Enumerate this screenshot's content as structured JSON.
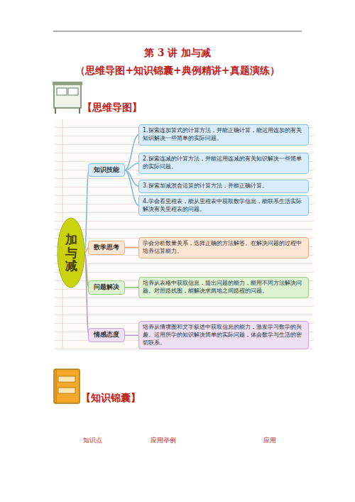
{
  "diagram": {
    "title": "第 3 讲 加与减",
    "nodes": [
      {
        "text": [
          "加与减"
        ]
      },
      {
        "text": [
          "知识技能"
        ]
      },
      {
        "text": [
          "1.探索连加算式的计算方法，并能正确计算，能运用连加的有关知识解决一些简单的实际问题。"
        ]
      },
      {
        "text": [
          "2.探索连减的计算方法，并能运用连减的有关知识解决一些简单的实际问题。"
        ]
      },
      {
        "text": [
          "3.探索加减混合运算的计算方法，并能正确计算。"
        ]
      },
      {
        "text": [
          "4.学会看里程表，能从里程表中获取数学信息，能联系生活实际解决有关里程表的问题。"
        ]
      },
      {
        "text": [
          "数学思考"
        ]
      },
      {
        "text": [
          "学会分析数量关系，选择正确的方法解答。在解决问题的过程中培养估算能力。"
        ]
      },
      {
        "text": [
          "问题解决"
        ]
      },
      {
        "text": [
          "培养从表格中获取信息，提出问题的能力，能用不同方法解决问题。对照路线图，能解决求两地之间路程的问题。"
        ]
      },
      {
        "text": [
          "情感态度"
        ]
      },
      {
        "text": [
          "培养从情境图和文字叙述中获取信息的能力，激发学习数学的兴趣。运用所学的知识解决简单的实际问题，体会数学与生活的密切联系。"
        ]
      }
    ],
    "edges": [
      {
        "from": 0,
        "to": 1,
        "arrow": "none"
      },
      {
        "from": 1,
        "to": 2,
        "arrow": "none"
      },
      {
        "from": 1,
        "to": 3,
        "arrow": "none"
      },
      {
        "from": 1,
        "to": 4,
        "arrow": "none"
      },
      {
        "from": 1,
        "to": 5,
        "arrow": "none"
      },
      {
        "from": 0,
        "to": 6,
        "arrow": "none"
      },
      {
        "from": 6,
        "to": 7,
        "arrow": "none"
      },
      {
        "from": 0,
        "to": 8,
        "arrow": "none"
      },
      {
        "from": 8,
        "to": 9,
        "arrow": "none"
      },
      {
        "from": 0,
        "to": 10,
        "arrow": "none"
      },
      {
        "from": 10,
        "to": 11,
        "arrow": "none"
      }
    ],
    "labels": [
      "（思维导图+知识锦囊+典例精讲+真题演练）",
      "【思维导图】",
      "【知识锦囊】",
      "知识点",
      "应用举例",
      "应用"
    ]
  }
}
